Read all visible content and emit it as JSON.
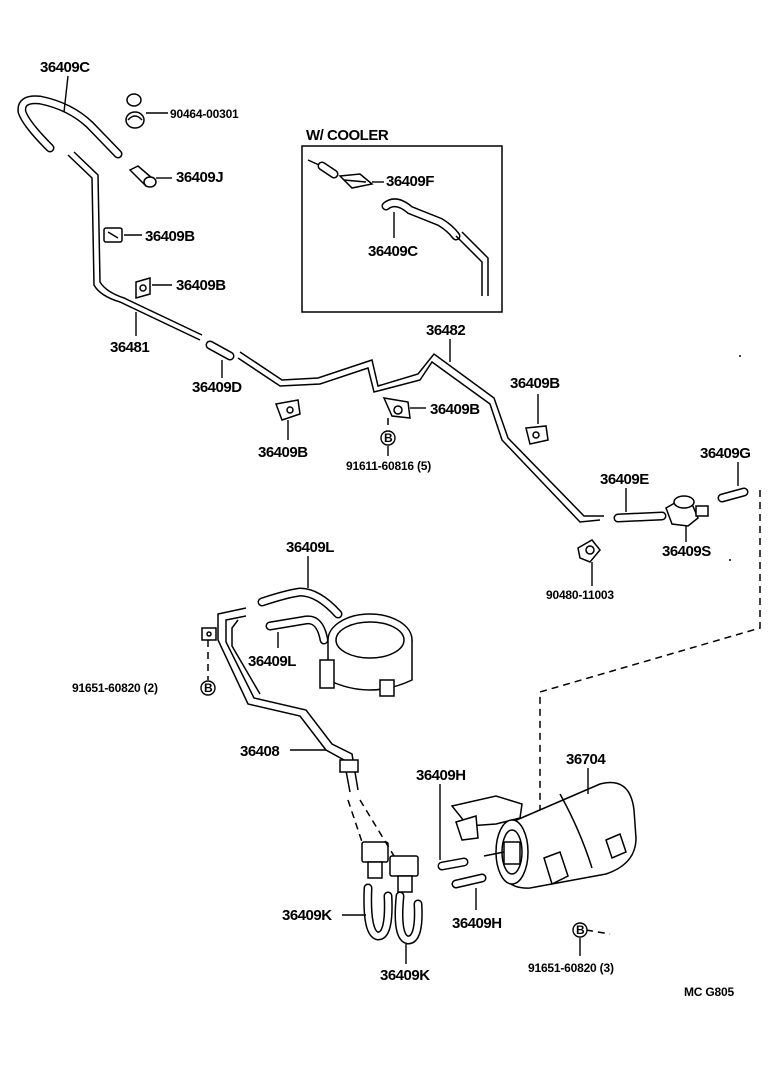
{
  "inset": {
    "title": "W/ COOLER"
  },
  "labels": {
    "p36409C_top": "36409C",
    "p90464": "90464-00301",
    "p36409J": "36409J",
    "p36409B_1": "36409B",
    "p36409B_2": "36409B",
    "p36481": "36481",
    "p36409D": "36409D",
    "p36409B_3": "36409B",
    "p36409B_4": "36409B",
    "p91611": "91611-60816 (5)",
    "p36482": "36482",
    "p36409B_5": "36409B",
    "p36409F": "36409F",
    "p36409C_inset": "36409C",
    "p36409E": "36409E",
    "p36409G": "36409G",
    "p36409S": "36409S",
    "p90480": "90480-11003",
    "p36409L_1": "36409L",
    "p36409L_2": "36409L",
    "p91651_a": "91651-60820 (2)",
    "p36408": "36408",
    "p36409H_1": "36409H",
    "p36704": "36704",
    "p36409K_1": "36409K",
    "p36409H_2": "36409H",
    "p36409K_2": "36409K",
    "p91651_b": "91651-60820 (3)",
    "code": "MC  G805"
  },
  "markers": {
    "bolt": "B"
  }
}
